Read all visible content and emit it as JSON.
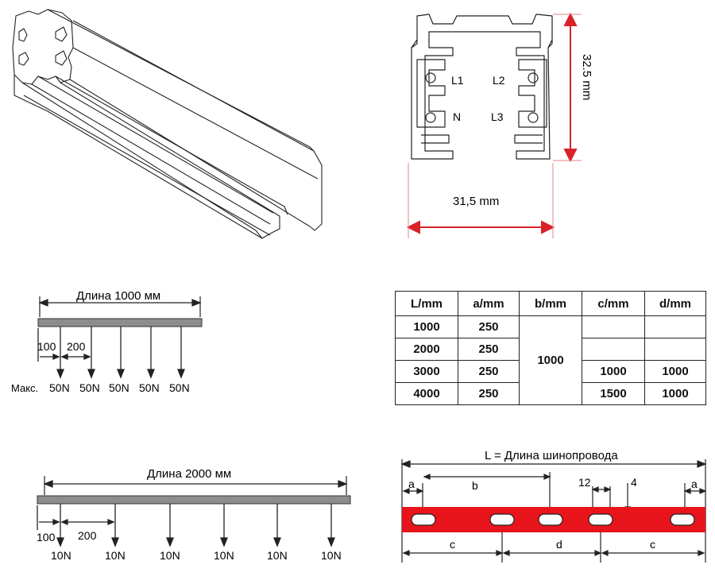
{
  "profile": {
    "label_l1": "L1",
    "label_l2": "L2",
    "label_n": "N",
    "label_l3": "L3",
    "height": "32.5 mm",
    "width": "31,5 mm"
  },
  "load_1000": {
    "length_label": "Длина 1000 мм",
    "gap_first": "100",
    "gap_step": "200",
    "max_prefix": "Макс.",
    "loads": [
      "50N",
      "50N",
      "50N",
      "50N",
      "50N"
    ]
  },
  "load_2000": {
    "length_label": "Длина 2000 мм",
    "gap_first": "100",
    "gap_step": "200",
    "loads": [
      "10N",
      "10N",
      "10N",
      "10N",
      "10N",
      "10N"
    ]
  },
  "table": {
    "headers": [
      "L/mm",
      "a/mm",
      "b/mm",
      "c/mm",
      "d/mm"
    ],
    "rows": [
      [
        "1000",
        "250",
        "",
        ""
      ],
      [
        "2000",
        "250",
        "",
        ""
      ],
      [
        "3000",
        "250",
        "1000",
        "1000"
      ],
      [
        "4000",
        "250",
        "1500",
        "1000"
      ]
    ],
    "b_value": "1000"
  },
  "rail": {
    "title": "L = Длина шинопровода",
    "a_left": "a",
    "b": "b",
    "twelve": "12",
    "four": "4",
    "a_right": "a",
    "c_left": "c",
    "d": "d",
    "c_right": "c",
    "bar_color": "#e8141b"
  }
}
